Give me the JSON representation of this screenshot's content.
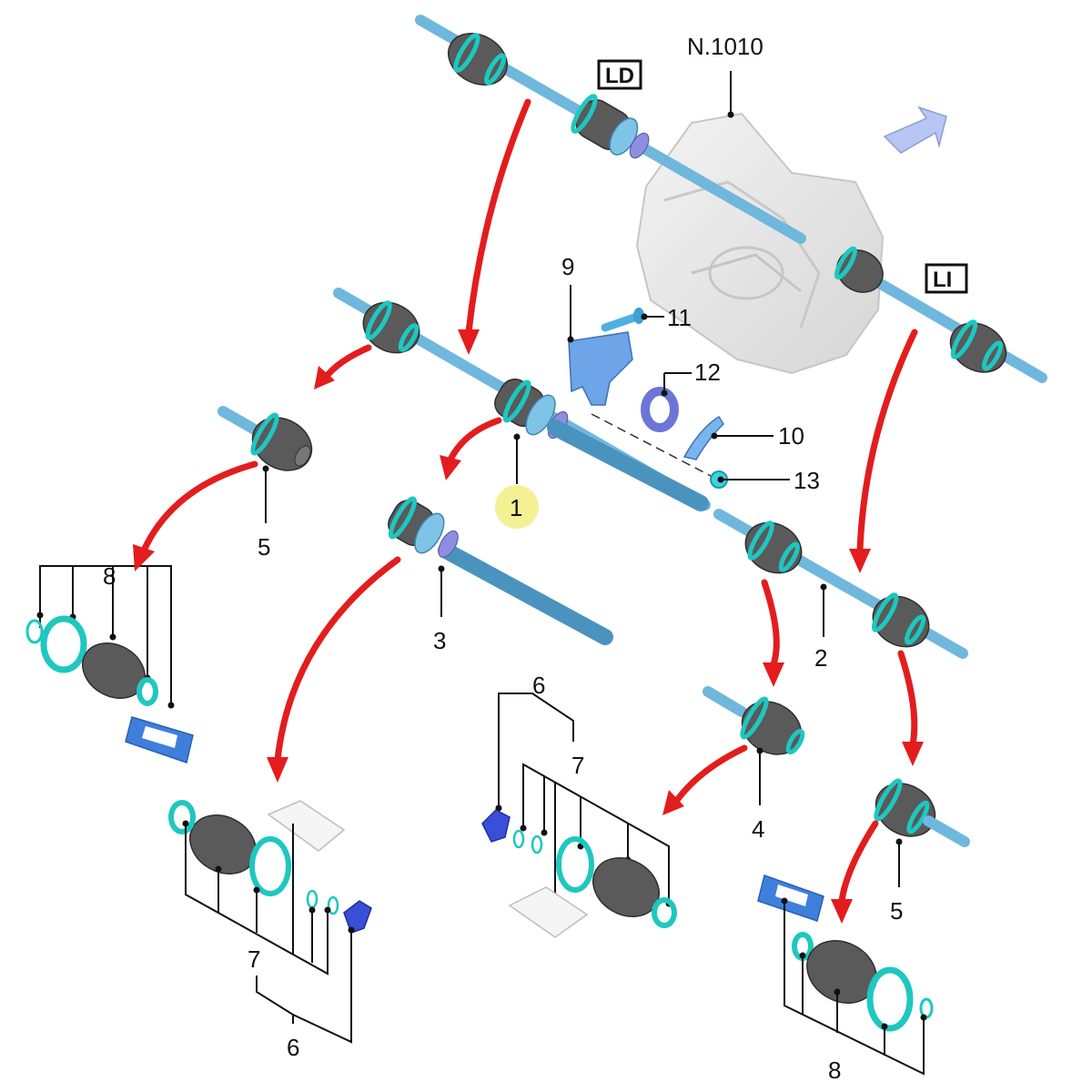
{
  "diagram": {
    "gearbox_code": "N.1010",
    "side_right_badge": "LD",
    "side_left_badge": "LI",
    "callouts": {
      "c1": "1",
      "c2": "2",
      "c3": "3",
      "c4": "4",
      "c5a": "5",
      "c5b": "5",
      "c6a": "6",
      "c6b": "6",
      "c7a": "7",
      "c7b": "7",
      "c8a": "8",
      "c8b": "8",
      "c9": "9",
      "c10": "10",
      "c11": "11",
      "c12": "12",
      "c13": "13"
    },
    "colors": {
      "shaft": "#6fb7dd",
      "seal_ring": "#1ec7c0",
      "boot": "#5a5a5a",
      "arrow": "#e31d1d",
      "highlight": "#f3f08a",
      "bearing": "#8e8ee0"
    },
    "icons": [
      "direction-arrow-icon",
      "grease-sachet-icon",
      "clamp-icon",
      "bearing-ring-icon",
      "bolt-icon",
      "bracket-icon"
    ]
  }
}
